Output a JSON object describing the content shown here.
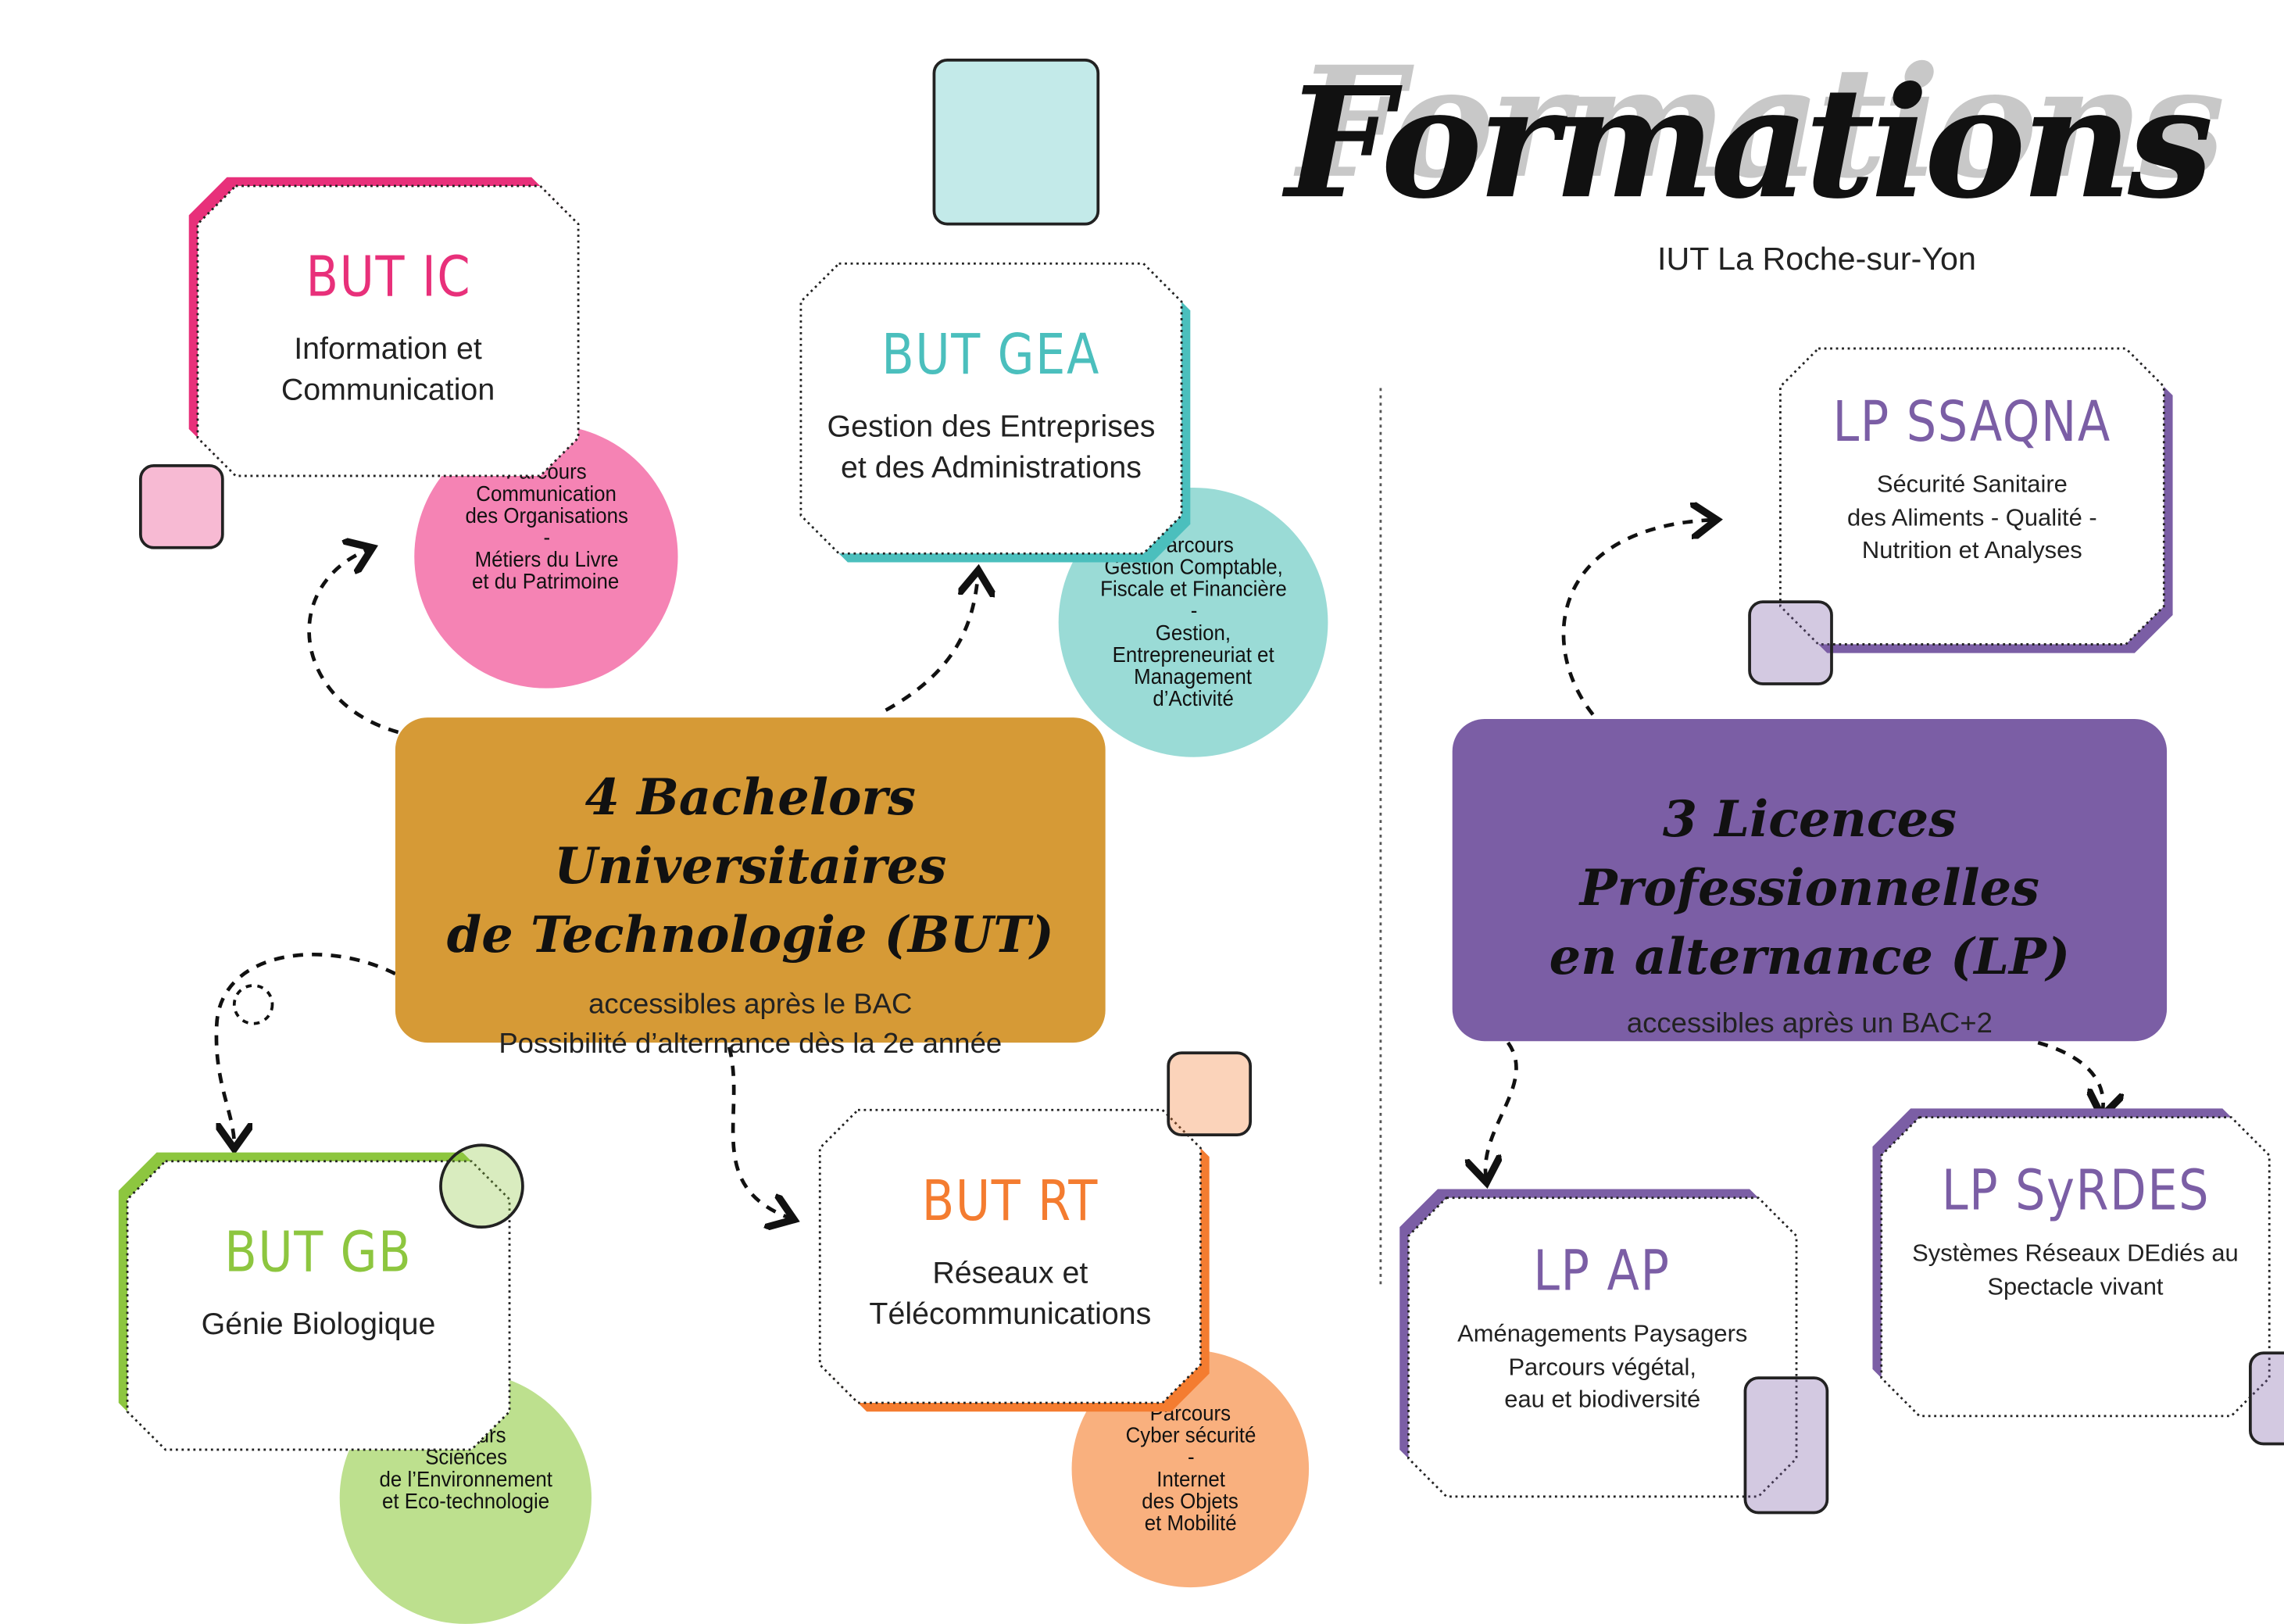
{
  "header": {
    "title": "Formations",
    "subtitle": "IUT La Roche-sur-Yon"
  },
  "colors": {
    "ic": "#e8307a",
    "ic_circle": "#f583b4",
    "gea": "#4bbfbd",
    "gea_circle": "#9adbd6",
    "gb": "#8dc63f",
    "gb_circle": "#bde08e",
    "rt": "#f47c30",
    "rt_circle": "#f9b07e",
    "but_box": "#d69a36",
    "lp": "#7b5ea5"
  },
  "but": {
    "line1": "4 Bachelors Universitaires",
    "line2": "de Technologie (BUT)",
    "sub1": "accessibles après le BAC",
    "sub2": "Possibilité d’alternance dès la 2e année"
  },
  "lp": {
    "line1": "3 Licences Professionnelles",
    "line2": "en alternance (LP)",
    "sub1": "accessibles après un BAC+2"
  },
  "cards": {
    "ic": {
      "title": "BUT IC",
      "lines": [
        "Information et",
        "Communication"
      ],
      "parcours": [
        "Parcours",
        "Communication",
        "des Organisations",
        "-",
        "Métiers du Livre",
        "et du Patrimoine"
      ],
      "icon": "books-laptop-icon"
    },
    "gea": {
      "title": "BUT GEA",
      "lines": [
        "Gestion des Entreprises",
        "et des Administrations"
      ],
      "parcours": [
        "Parcours",
        "Gestion Comptable,",
        "Fiscale et Financière",
        "-",
        "Gestion,",
        "Entrepreneuriat et",
        "Management",
        "d’Activité"
      ],
      "icon": "calculator-documents-icon"
    },
    "gb": {
      "title": "BUT GB",
      "lines": [
        "Génie Biologique"
      ],
      "parcours": [
        "Parcours",
        "Sciences",
        "de l’Environnement",
        "et Eco-technologie"
      ],
      "icon": "earth-flask-icon"
    },
    "rt": {
      "title": "BUT RT",
      "lines": [
        "Réseaux et",
        "Télécommunications"
      ],
      "parcours": [
        "Parcours",
        "Cyber sécurité",
        "-",
        "Internet",
        "des Objets",
        "et Mobilité"
      ],
      "icon": "shield-chip-icon"
    },
    "ssaqna": {
      "title": "LP SSAQNA",
      "lines": [
        "Sécurité Sanitaire",
        "des Aliments - Qualité -",
        "Nutrition et Analyses"
      ],
      "icon": "flask-apple-icon"
    },
    "ap": {
      "title": "LP AP",
      "lines": [
        "Aménagements Paysagers",
        "Parcours végétal,",
        "eau et biodiversité"
      ],
      "icon": "flowers-icon"
    },
    "syrdes": {
      "title": "LP SyRDES",
      "lines": [
        "Systèmes Réseaux DEdiés au",
        "Spectacle vivant"
      ],
      "icon": "audio-jack-icon"
    }
  }
}
